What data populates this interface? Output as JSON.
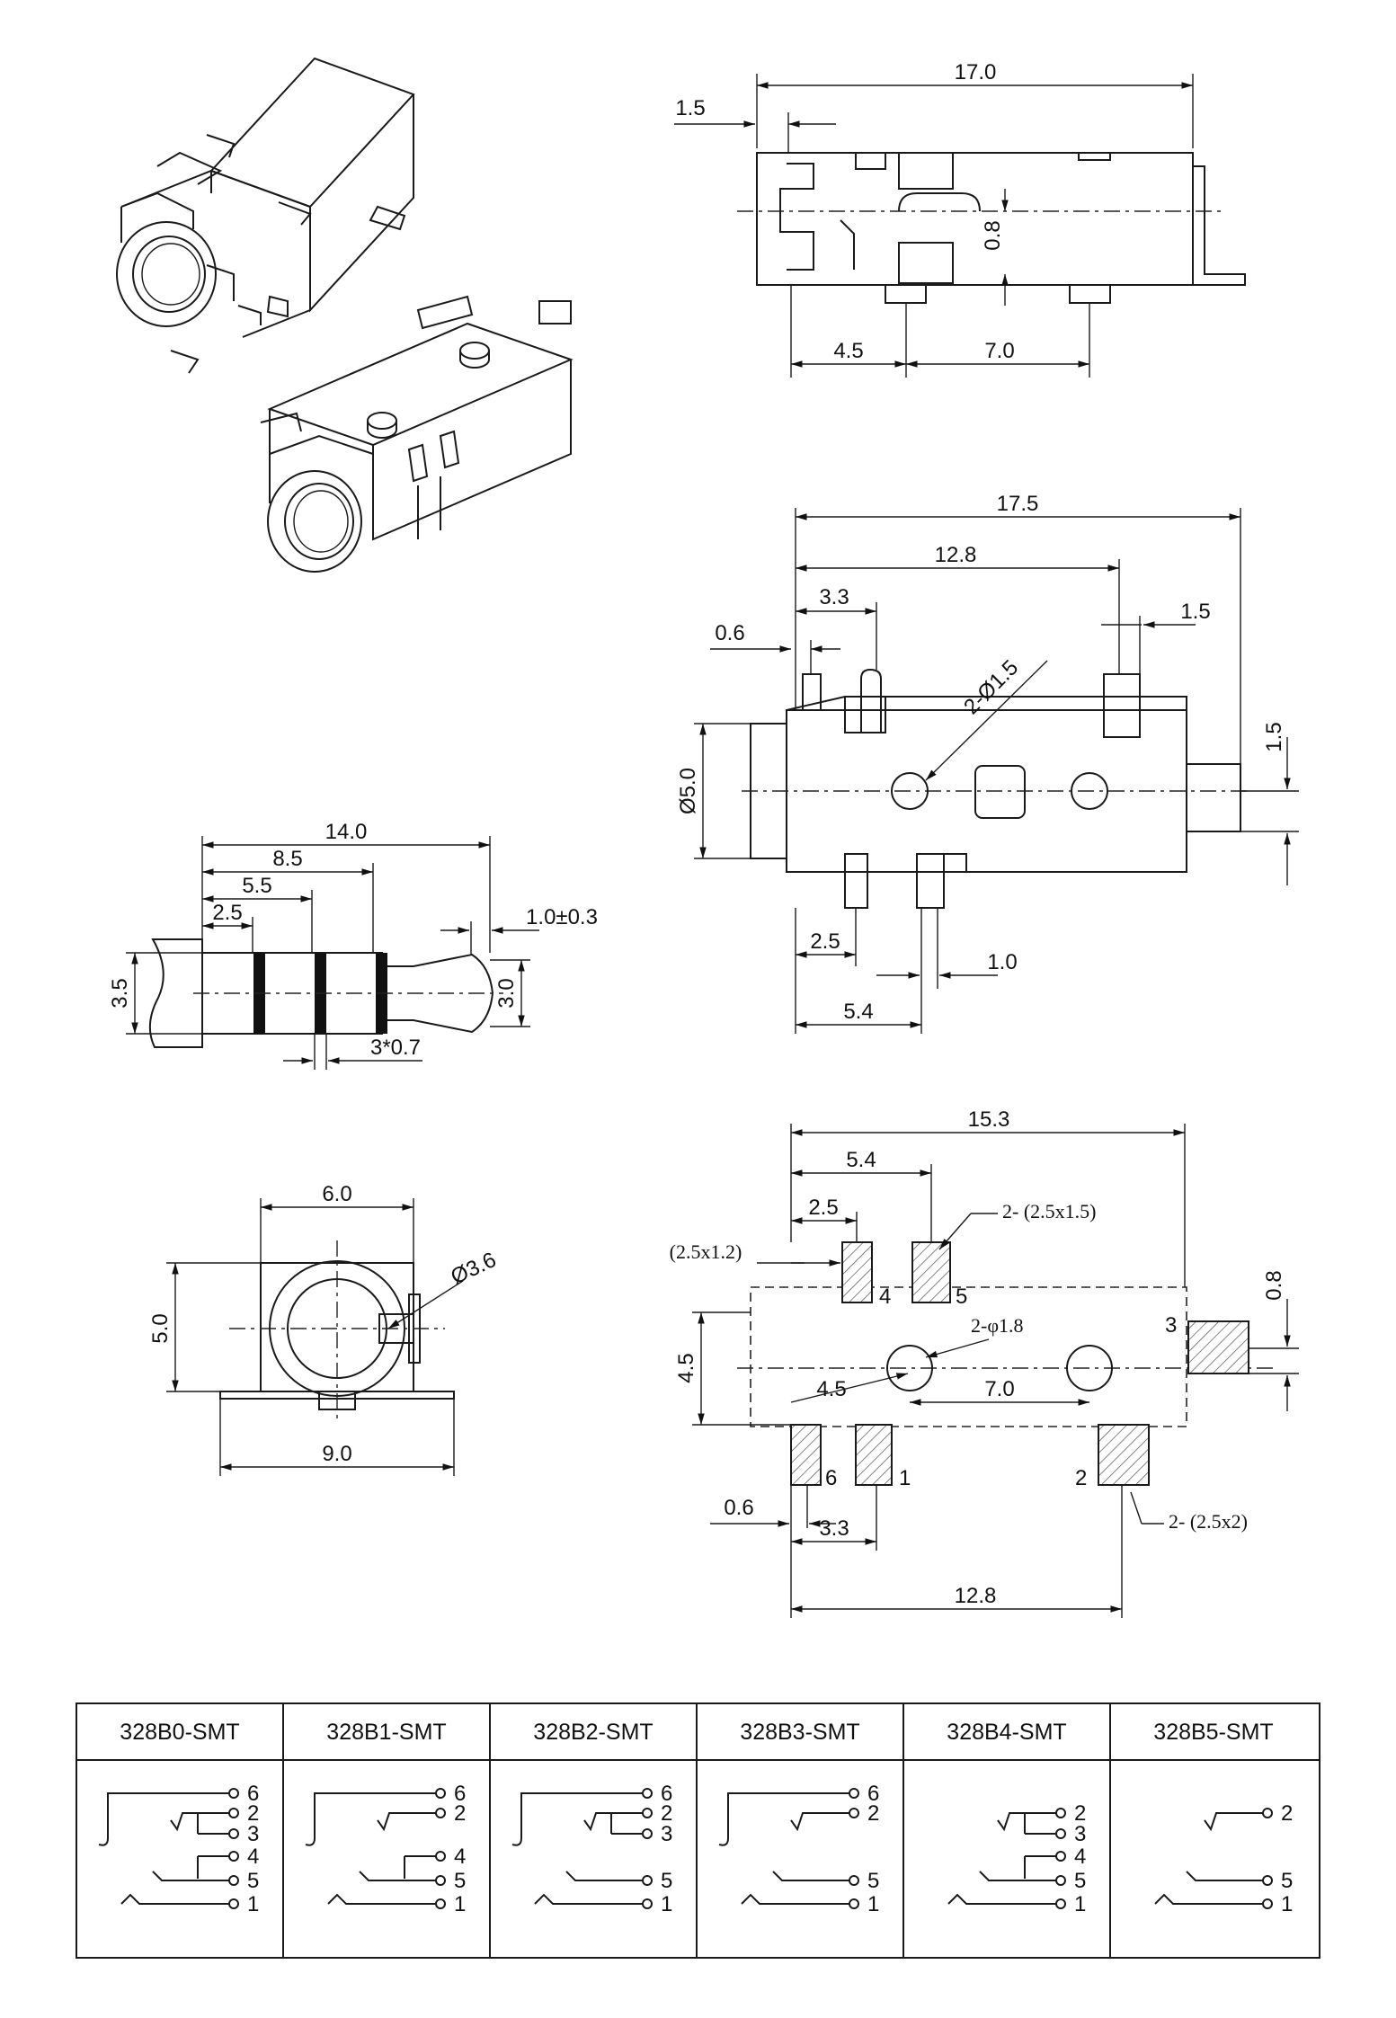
{
  "top_view": {
    "dims": {
      "overall": "17.0",
      "left": "1.5",
      "pin_offset": "4.5",
      "pin_span": "7.0",
      "height": "0.8"
    }
  },
  "side_view": {
    "dims": {
      "overall": "17.5",
      "body": "12.8",
      "pin_a": "3.3",
      "edge": "0.6",
      "right_pin": "1.5",
      "hole": "2-Ø1.5",
      "diameter": "Ø5.0",
      "tail": "1.5",
      "pin_b": "2.5",
      "pin_width": "1.0",
      "pin_c": "5.4"
    }
  },
  "plug": {
    "dims": {
      "length": "14.0",
      "seg_a": "8.5",
      "seg_b": "5.5",
      "seg_c": "2.5",
      "tip": "1.0±0.3",
      "dia_left": "3.5",
      "dia_tip": "3.0",
      "rings": "3*0.7"
    }
  },
  "front_view": {
    "dims": {
      "width": "6.0",
      "height": "5.0",
      "bore": "Ø3.6",
      "base": "9.0"
    }
  },
  "footprint": {
    "dims": {
      "overall": "15.3",
      "span_a": "5.4",
      "span_b": "2.5",
      "span_c": "4.5",
      "offset": "0.6",
      "span_d": "3.3",
      "span_e": "12.8",
      "hole_span": "7.0",
      "hole_off": "4.5",
      "pad3_h": "0.8"
    },
    "notes": {
      "pad_small": "(2.5x1.2)",
      "pad_mid": "2- (2.5x1.5)",
      "holes": "2-φ1.8",
      "pad_big": "2- (2.5x2)"
    },
    "pins": [
      "4",
      "5",
      "3",
      "6",
      "1",
      "2"
    ]
  },
  "table": {
    "models": [
      "328B0-SMT",
      "328B1-SMT",
      "328B2-SMT",
      "328B3-SMT",
      "328B4-SMT",
      "328B5-SMT"
    ],
    "pins": [
      [
        "6",
        "2",
        "3",
        "4",
        "5",
        "1"
      ],
      [
        "6",
        "2",
        "4",
        "5",
        "1"
      ],
      [
        "6",
        "2",
        "3",
        "5",
        "1"
      ],
      [
        "6",
        "2",
        "5",
        "1"
      ],
      [
        "2",
        "3",
        "4",
        "5",
        "1"
      ],
      [
        "2",
        "5",
        "1"
      ]
    ]
  }
}
